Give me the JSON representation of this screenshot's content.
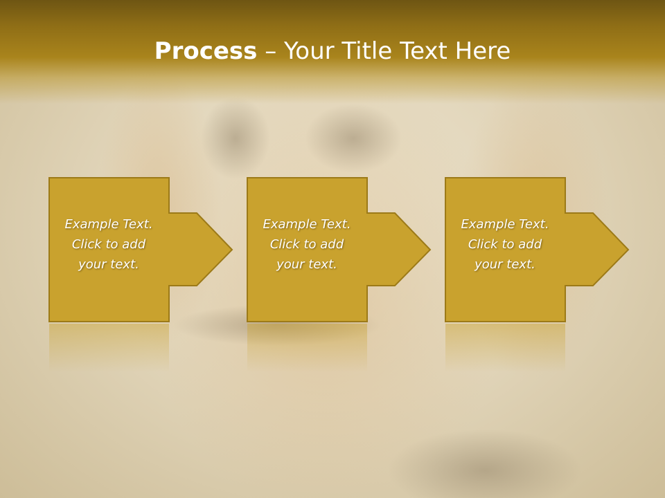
{
  "slide": {
    "title_bold": "Process",
    "title_separator": " – ",
    "title_rest": "Your Title Text Here",
    "colors": {
      "band": "#9c7a18",
      "box_fill": "#c9a22e",
      "box_stroke": "#9c7a18",
      "text": "#ffffff"
    }
  },
  "steps": [
    {
      "line1": "Example Text.",
      "line2": "Click  to add",
      "line3": "your text."
    },
    {
      "line1": "Example Text.",
      "line2": "Click  to add",
      "line3": "your text."
    },
    {
      "line1": "Example Text.",
      "line2": "Click  to add",
      "line3": "your text."
    }
  ]
}
